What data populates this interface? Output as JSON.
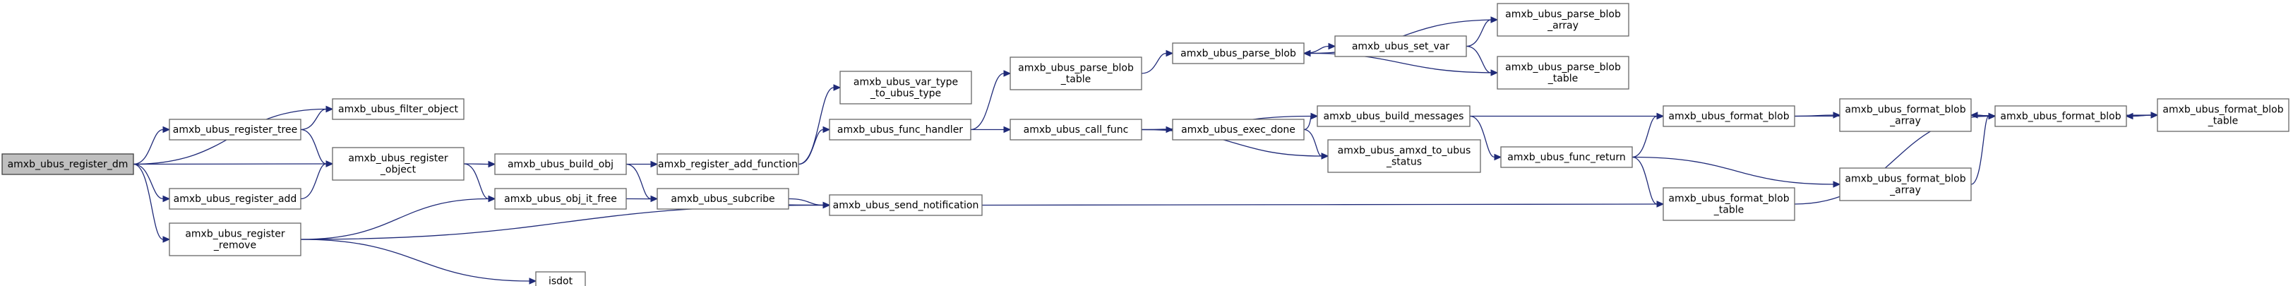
{
  "graph": {
    "nodes": [
      {
        "id": "register_dm",
        "lines": [
          "amxb_ubus_register_dm"
        ],
        "root": true
      },
      {
        "id": "register_tree",
        "lines": [
          "amxb_ubus_register_tree"
        ]
      },
      {
        "id": "register_add",
        "lines": [
          "amxb_ubus_register_add"
        ]
      },
      {
        "id": "register_remove",
        "lines": [
          "amxb_ubus_register",
          "_remove"
        ]
      },
      {
        "id": "filter_object",
        "lines": [
          "amxb_ubus_filter_object"
        ]
      },
      {
        "id": "register_object",
        "lines": [
          "amxb_ubus_register",
          "_object"
        ]
      },
      {
        "id": "build_obj",
        "lines": [
          "amxb_ubus_build_obj"
        ]
      },
      {
        "id": "obj_it_free",
        "lines": [
          "amxb_ubus_obj_it_free"
        ]
      },
      {
        "id": "isdot",
        "lines": [
          "isdot"
        ]
      },
      {
        "id": "register_add_function",
        "lines": [
          "amxb_register_add_function"
        ]
      },
      {
        "id": "subcribe",
        "lines": [
          "amxb_ubus_subcribe"
        ]
      },
      {
        "id": "send_notification",
        "lines": [
          "amxb_ubus_send_notification"
        ]
      },
      {
        "id": "var_type",
        "lines": [
          "amxb_ubus_var_type",
          "_to_ubus_type"
        ]
      },
      {
        "id": "func_handler",
        "lines": [
          "amxb_ubus_func_handler"
        ]
      },
      {
        "id": "parse_blob_table_1",
        "lines": [
          "amxb_ubus_parse_blob",
          "_table"
        ]
      },
      {
        "id": "call_func",
        "lines": [
          "amxb_ubus_call_func"
        ]
      },
      {
        "id": "parse_blob",
        "lines": [
          "amxb_ubus_parse_blob"
        ]
      },
      {
        "id": "set_var",
        "lines": [
          "amxb_ubus_set_var"
        ]
      },
      {
        "id": "parse_blob_array",
        "lines": [
          "amxb_ubus_parse_blob",
          "_array"
        ]
      },
      {
        "id": "parse_blob_table_2",
        "lines": [
          "amxb_ubus_parse_blob",
          "_table"
        ]
      },
      {
        "id": "exec_done",
        "lines": [
          "amxb_ubus_exec_done"
        ]
      },
      {
        "id": "build_messages",
        "lines": [
          "amxb_ubus_build_messages"
        ]
      },
      {
        "id": "amxd_to_ubus",
        "lines": [
          "amxb_ubus_amxd_to_ubus",
          "_status"
        ]
      },
      {
        "id": "func_return",
        "lines": [
          "amxb_ubus_func_return"
        ]
      },
      {
        "id": "format_blob",
        "lines": [
          "amxb_ubus_format_blob"
        ]
      },
      {
        "id": "format_blob_table_1",
        "lines": [
          "amxb_ubus_format_blob",
          "_table"
        ]
      },
      {
        "id": "format_blob_array_1",
        "lines": [
          "amxb_ubus_format_blob",
          "_array"
        ]
      },
      {
        "id": "format_blob_array_2",
        "lines": [
          "amxb_ubus_format_blob",
          "_array"
        ]
      },
      {
        "id": "format_blob_2",
        "lines": [
          "amxb_ubus_format_blob"
        ]
      },
      {
        "id": "format_blob_table_2",
        "lines": [
          "amxb_ubus_format_blob",
          "_table"
        ]
      }
    ],
    "edges": [
      [
        "register_dm",
        "register_tree"
      ],
      [
        "register_dm",
        "filter_object"
      ],
      [
        "register_dm",
        "register_object"
      ],
      [
        "register_dm",
        "register_add"
      ],
      [
        "register_dm",
        "register_remove"
      ],
      [
        "register_tree",
        "filter_object"
      ],
      [
        "register_tree",
        "register_object"
      ],
      [
        "register_add",
        "register_object"
      ],
      [
        "register_remove",
        "obj_it_free"
      ],
      [
        "register_remove",
        "send_notification"
      ],
      [
        "register_remove",
        "isdot"
      ],
      [
        "register_object",
        "build_obj"
      ],
      [
        "register_object",
        "obj_it_free"
      ],
      [
        "build_obj",
        "register_add_function"
      ],
      [
        "build_obj",
        "subcribe"
      ],
      [
        "obj_it_free",
        "send_notification"
      ],
      [
        "subcribe",
        "send_notification"
      ],
      [
        "register_add_function",
        "var_type"
      ],
      [
        "register_add_function",
        "func_handler"
      ],
      [
        "func_handler",
        "parse_blob_table_1"
      ],
      [
        "func_handler",
        "call_func"
      ],
      [
        "parse_blob_table_1",
        "parse_blob"
      ],
      [
        "parse_blob",
        "set_var"
      ],
      [
        "set_var",
        "parse_blob_array"
      ],
      [
        "set_var",
        "parse_blob_table_2"
      ],
      [
        "parse_blob_array",
        "parse_blob"
      ],
      [
        "parse_blob_table_2",
        "parse_blob"
      ],
      [
        "call_func",
        "build_messages"
      ],
      [
        "call_func",
        "exec_done"
      ],
      [
        "call_func",
        "amxd_to_ubus"
      ],
      [
        "exec_done",
        "build_messages"
      ],
      [
        "exec_done",
        "amxd_to_ubus"
      ],
      [
        "build_messages",
        "format_blob"
      ],
      [
        "build_messages",
        "func_return"
      ],
      [
        "func_return",
        "format_blob"
      ],
      [
        "func_return",
        "format_blob_array_2"
      ],
      [
        "func_return",
        "format_blob_table_1"
      ],
      [
        "send_notification",
        "format_blob_table_1"
      ],
      [
        "format_blob",
        "format_blob_array_1"
      ],
      [
        "format_blob",
        "format_blob_table_2"
      ],
      [
        "format_blob_array_1",
        "format_blob_2"
      ],
      [
        "format_blob_2",
        "format_blob_array_1"
      ],
      [
        "format_blob_2",
        "format_blob_table_2"
      ],
      [
        "format_blob_table_2",
        "format_blob_2"
      ],
      [
        "format_blob_array_2",
        "format_blob_2"
      ],
      [
        "format_blob_table_1",
        "format_blob_2"
      ]
    ]
  }
}
